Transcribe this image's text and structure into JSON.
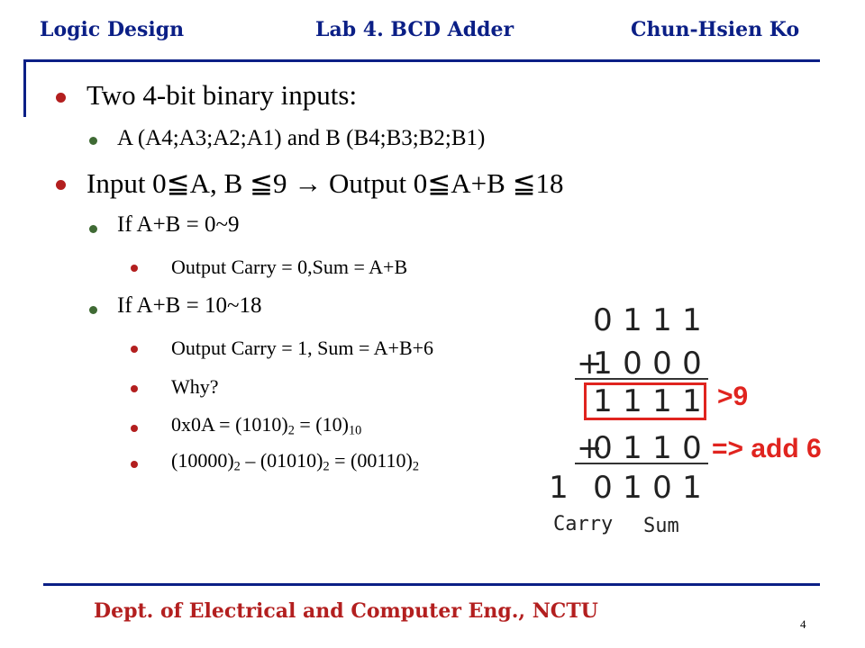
{
  "header": {
    "course": "Logic Design",
    "lab": "Lab 4. BCD Adder",
    "author": "Chun-Hsien Ko"
  },
  "bullets": {
    "b1": "Two 4-bit binary inputs:",
    "b1_1": "A (A4;A3;A2;A1)  and B (B4;B3;B2;B1)",
    "b2": "Input 0≦A, B ≦9 → Output 0≦A+B ≦18",
    "b2_1": "If A+B = 0~9",
    "b2_1_1": "Output Carry = 0,Sum = A+B",
    "b2_2": "If A+B = 10~18",
    "b2_2_1": "Output Carry = 1, Sum = A+B+6",
    "b2_2_2": "Why?",
    "b2_2_3": {
      "lead": "0x0A = (1010)",
      "sub1": "2",
      "mid": " = (10)",
      "sub2": "10"
    },
    "b2_2_4": {
      "p1": "(10000)",
      "s1": "2",
      "p2": " – (01010)",
      "s2": "2",
      "p3": " = (00110)",
      "s3": "2"
    }
  },
  "figure": {
    "row1": [
      "0",
      "1",
      "1",
      "1"
    ],
    "row2_sign": "+",
    "row2": [
      "1",
      "0",
      "0",
      "0"
    ],
    "row3": [
      "1",
      "1",
      "1",
      "1"
    ],
    "row4_sign": "+",
    "row4": [
      "0",
      "1",
      "1",
      "0"
    ],
    "result_carry": "1",
    "result_sum": [
      "0",
      "1",
      "0",
      "1"
    ],
    "label_carry": "Carry",
    "label_sum": "Sum",
    "note_gt9": ">9",
    "note_add6": "=> add 6"
  },
  "footer": {
    "dept": "Dept. of Electrical and Computer Eng., NCTU",
    "page": "4"
  },
  "colors": {
    "header_blue": "#0b1f86",
    "footer_red": "#b31f1f",
    "highlight_red": "#e0241f",
    "bullet_green": "#3f6a34"
  }
}
